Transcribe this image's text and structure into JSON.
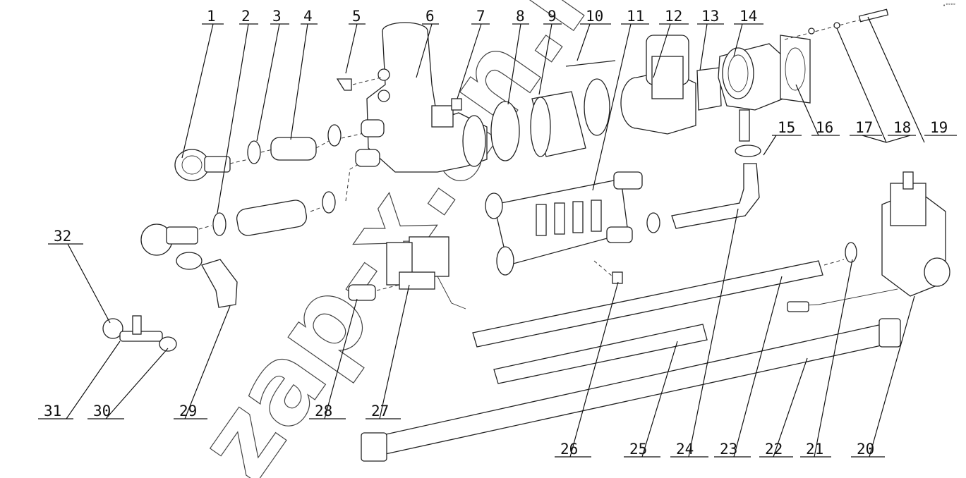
{
  "watermark": "zap-x.an.lt",
  "corner_mark": "•°°°°",
  "callouts": [
    "1",
    "2",
    "3",
    "4",
    "5",
    "6",
    "7",
    "8",
    "9",
    "10",
    "11",
    "12",
    "13",
    "14",
    "15",
    "16",
    "17",
    "18",
    "19",
    "20",
    "21",
    "22",
    "23",
    "24",
    "25",
    "26",
    "27",
    "28",
    "29",
    "30",
    "31",
    "32"
  ]
}
